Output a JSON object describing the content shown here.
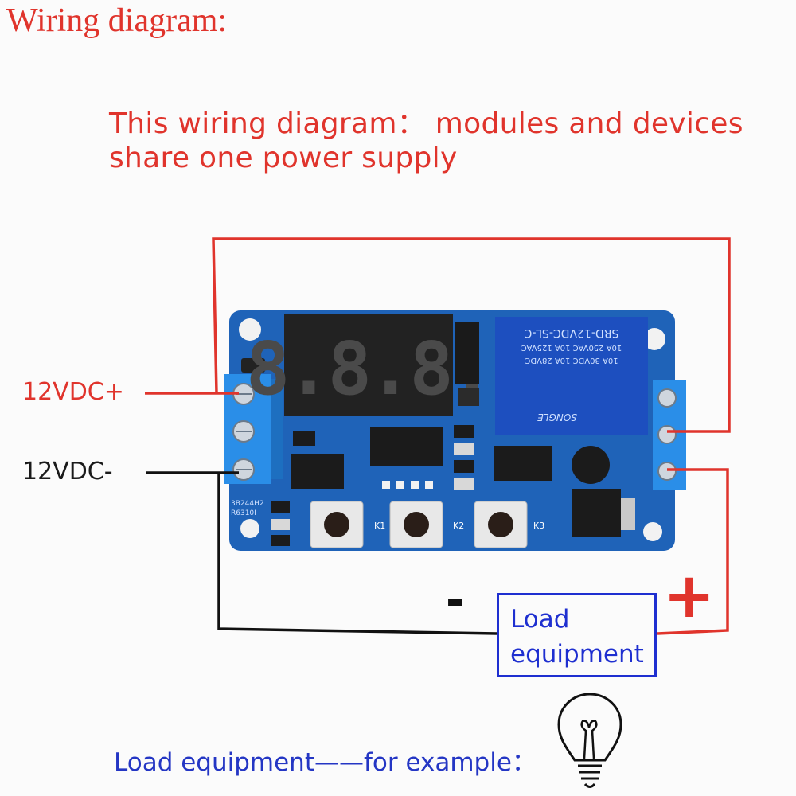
{
  "header": {
    "title": "Wiring diagram:",
    "subtitle_line1": "This wiring diagram： modules and devices",
    "subtitle_line2": "share one power supply"
  },
  "labels": {
    "positive_input": "12VDC+",
    "negative_input": "12VDC-",
    "minus_sign": "-",
    "plus_sign": "+"
  },
  "load": {
    "line1": "Load",
    "line2": "equipment"
  },
  "footer": {
    "text": "Load equipment——for example："
  },
  "board": {
    "display_digits": "8.8.8.",
    "relay_text": [
      "SRD-12VDC-SL-C",
      "10A 250VAC  10A 125VAC",
      "10A 30VDC  10A 28VDC",
      "SONGLE"
    ],
    "buttons": [
      "K1",
      "K2",
      "K3"
    ],
    "chip_text": [
      "3B244H2",
      "R6310I"
    ]
  },
  "colors": {
    "red_wire": "#e0342c",
    "black_wire": "#111111",
    "pcb_blue": "#1f63b8",
    "terminal_blue": "#2a8ee8",
    "load_blue": "#1e2fd0"
  }
}
